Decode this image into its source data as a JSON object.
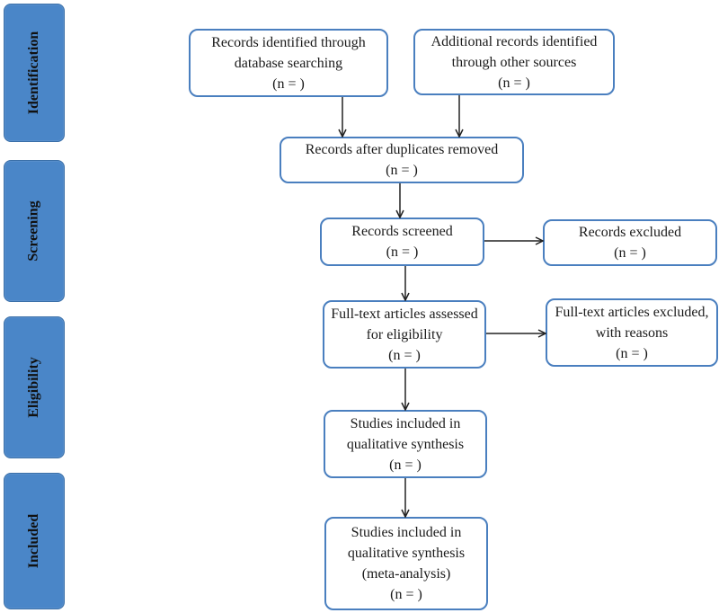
{
  "phases": {
    "identification": "Identification",
    "screening": "Screening",
    "eligibility": "Eligibility",
    "included": "Included"
  },
  "boxes": {
    "database_search": {
      "line1": "Records identified through",
      "line2": "database searching",
      "count": "(n = )"
    },
    "other_sources": {
      "line1": "Additional records identified",
      "line2": "through other sources",
      "count": "(n = )"
    },
    "duplicates_removed": {
      "line1": "Records after duplicates removed",
      "count": "(n = )"
    },
    "screened": {
      "line1": "Records screened",
      "count": "(n = )"
    },
    "excluded": {
      "line1": "Records excluded",
      "count": "(n = )"
    },
    "fulltext_assessed": {
      "line1": "Full-text articles assessed",
      "line2": "for eligibility",
      "count": "(n = )"
    },
    "fulltext_excluded": {
      "line1": "Full-text articles excluded,",
      "line2": "with reasons",
      "count": "(n = )"
    },
    "qualitative": {
      "line1": "Studies included in",
      "line2": "qualitative synthesis",
      "count": "(n = )"
    },
    "quantitative": {
      "line1": "Studies included in",
      "line2": "qualitative synthesis",
      "line3": "(meta-analysis)",
      "count": "(n = )"
    }
  },
  "colors": {
    "phase_fill": "#4a86c8",
    "box_border": "#4a7fbf",
    "arrow": "#222222"
  }
}
